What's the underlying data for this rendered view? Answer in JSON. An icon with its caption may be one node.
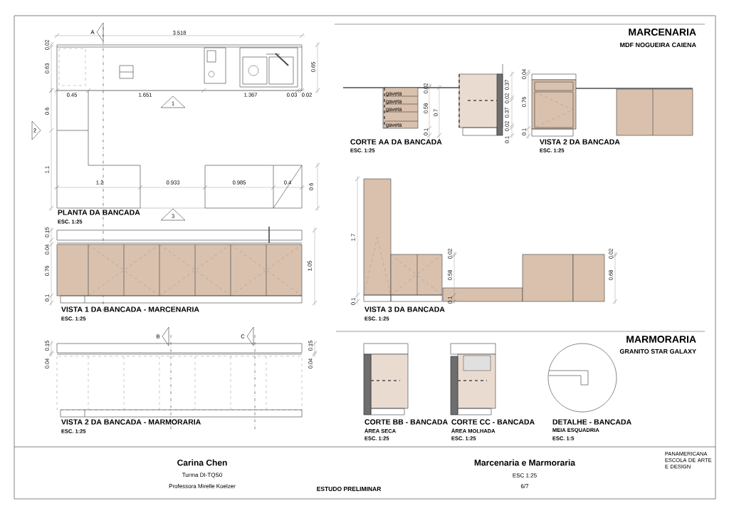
{
  "diagram": {
    "labels": [
      "A",
      "3.518",
      "0.02",
      "0.63",
      "0.65",
      "0.45",
      "1.651",
      "1.367",
      "0.03",
      "0.02",
      "1",
      "0.6",
      "2",
      "1.1",
      "1.2",
      "0.933",
      "0.985",
      "0.4",
      "0.6",
      "PLANTA DA BANCADA",
      "ESC. 1:25",
      "3",
      "0.15",
      "0.04",
      "0.76",
      "0.1",
      "1.05",
      "VISTA 1 DA BANCADA - MARCENARIA",
      "ESC. 1:25",
      "B",
      "C",
      "0.15",
      "0.04",
      "0.15",
      "0.04",
      "VISTA 2 DA BANCADA - MARMORARIA",
      "ESC. 1:25",
      "MARCENARIA",
      "MDF NOGUEIRA CAIENA",
      "gaveta",
      "gaveta",
      "gaveta",
      "gaveta",
      "0.02",
      "0.58",
      "0.7",
      "0.1",
      "0.37",
      "0.02",
      "0.37",
      "0.02",
      "0.1",
      "0.04",
      "0.76",
      "0.1",
      "CORTE AA DA BANCADA",
      "ESC. 1:25",
      "VISTA 2 DA BANCADA",
      "ESC. 1:25",
      "1.7",
      "0.1",
      "0.02",
      "0.58",
      "0.1",
      "0.02",
      "0.68",
      "VISTA 3 DA BANCADA",
      "ESC. 1:25",
      "MARMORARIA",
      "GRANITO STAR GALAXY",
      "CORTE BB - BANCADA",
      "ÁREA SECA",
      "ESC. 1:25",
      "CORTE CC - BANCADA",
      "ÁREA MOLHADA",
      "ESC. 1:25",
      "DETALHE - BANCADA",
      "MEIA ESQUADRIA",
      "ESC. 1:5",
      "Carina Chen",
      "Turma DI-TQS0",
      "Professora Mirelle Koelzer",
      "ESTUDO PRELIMINAR",
      "Marcenaria e Marmoraria",
      "ESC 1:25",
      "6/7",
      "PANAMERICANA ESCOLA DE ARTE E DESIGN"
    ]
  }
}
